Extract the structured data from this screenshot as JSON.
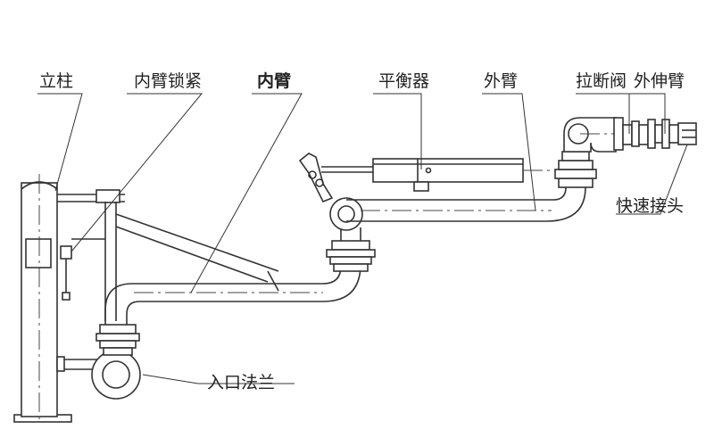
{
  "labels": {
    "column": "立柱",
    "inner_arm_lock": "内臂锁紧",
    "inner_arm": "内臂",
    "balancer": "平衡器",
    "outer_arm": "外臂",
    "breakaway_valve": "拉断阀",
    "outer_extension_arm": "外伸臂",
    "quick_coupler": "快速接头",
    "inlet_flange": "入口法兰"
  }
}
